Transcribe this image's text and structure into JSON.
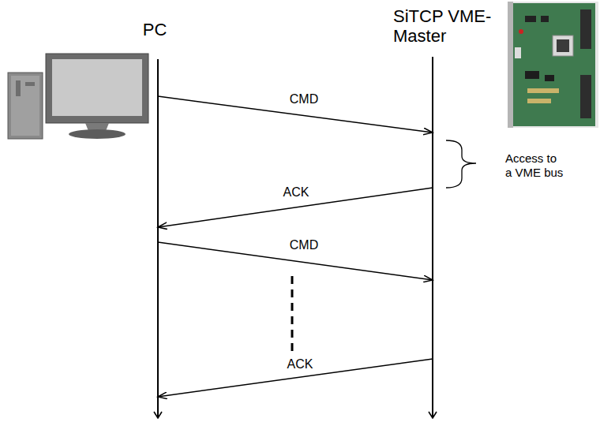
{
  "diagram": {
    "nodes": [
      {
        "text": [
          "PC"
        ]
      },
      {
        "text": [
          "SiTCP VME-Master"
        ]
      }
    ],
    "edges": [
      {
        "from": 0,
        "to": 1,
        "label": "CMD",
        "arrow": "to"
      },
      {
        "from": 1,
        "to": 0,
        "label": "ACK",
        "arrow": "to"
      },
      {
        "from": 0,
        "to": 1,
        "label": "CMD",
        "arrow": "to"
      },
      {
        "from": 1,
        "to": 0,
        "label": "ACK",
        "arrow": "to"
      }
    ],
    "labels": [
      "Access to a VME bus"
    ]
  }
}
